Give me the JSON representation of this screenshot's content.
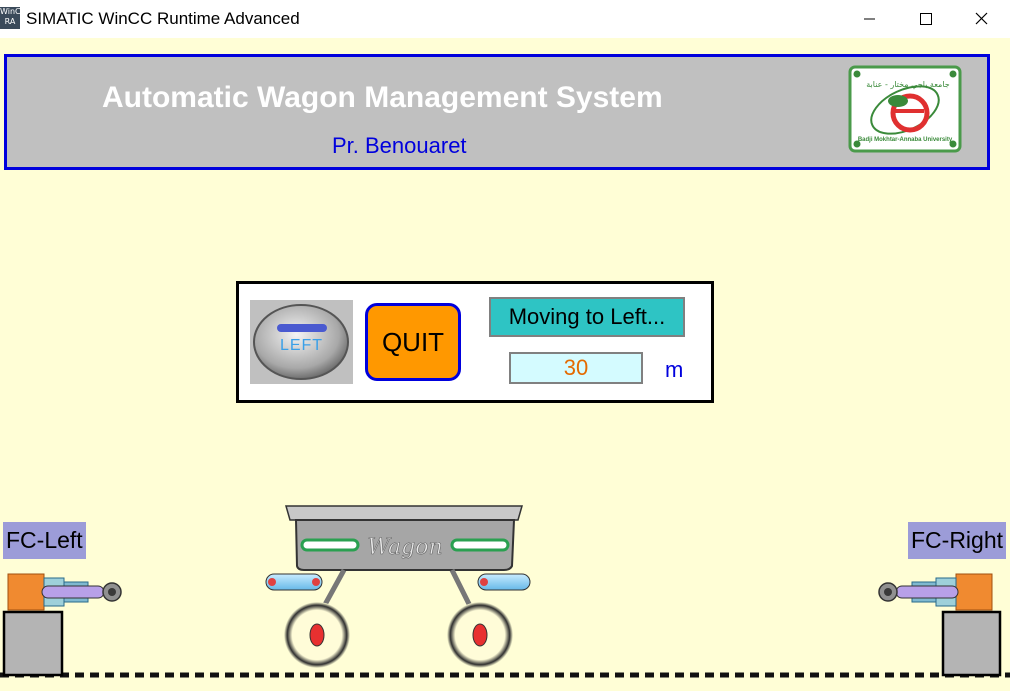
{
  "window": {
    "title": "SIMATIC WinCC Runtime Advanced",
    "icon_text": "WinC RA",
    "icons": {
      "minimize": "minimize-icon",
      "maximize": "maximize-icon",
      "close": "close-icon"
    }
  },
  "header": {
    "title": "Automatic Wagon Management System",
    "subtitle": "Pr. Benouaret",
    "logo": {
      "arabic_text": "جامعة باجي مختار - عنابة",
      "english_text": "Badji Mokhtar-Annaba University"
    }
  },
  "control_panel": {
    "left_button_label": "LEFT",
    "quit_button_label": "QUIT",
    "status_text": "Moving to Left...",
    "distance_value": "30",
    "distance_unit": "m"
  },
  "sensors": {
    "left_label": "FC-Left",
    "right_label": "FC-Right"
  },
  "wagon": {
    "label": "Wagon"
  },
  "colors": {
    "background": "#fffed6",
    "header_bg": "#c0c0c0",
    "header_border": "#0000dd",
    "quit_button": "#ff9800",
    "status_bg": "#2ec4c4",
    "distance_bg": "#d4fbff",
    "distance_text": "#e46a00",
    "sensor_label_bg": "#9c9cd8",
    "wagon_body": "#a6a6a6",
    "wheel_hub": "#e83030"
  }
}
